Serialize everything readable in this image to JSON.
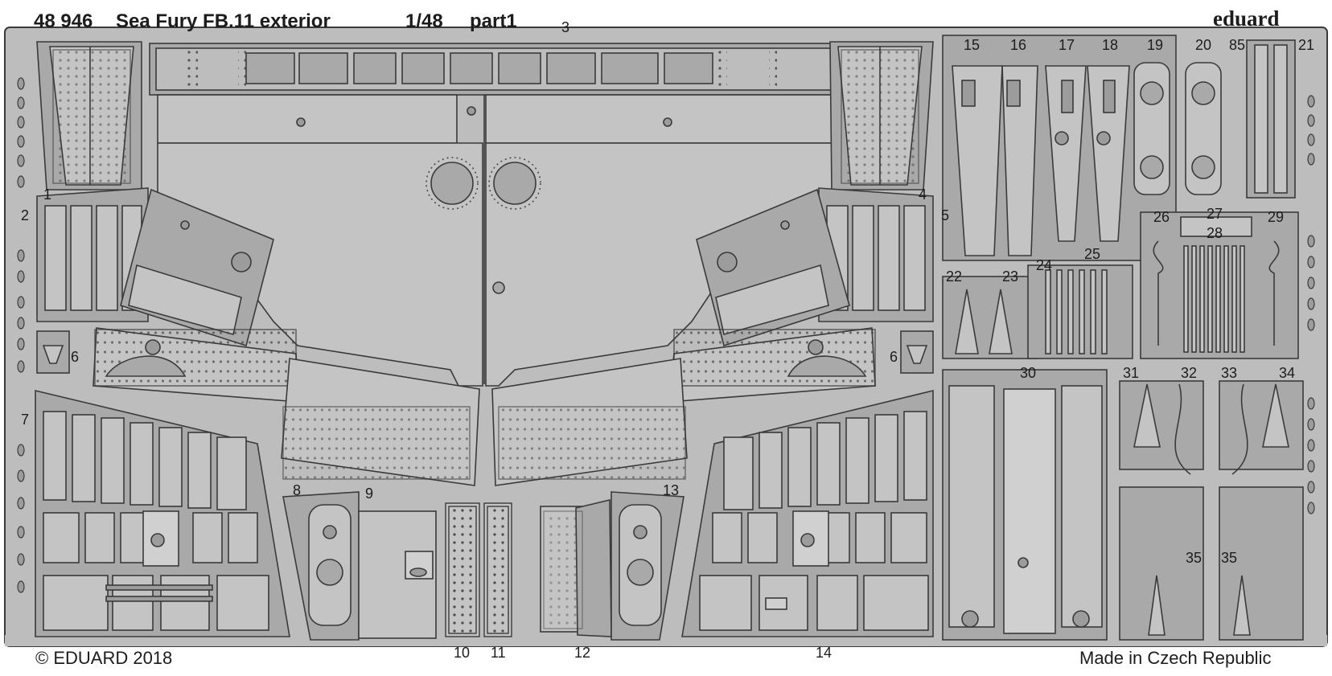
{
  "header": {
    "code": "48 946",
    "title": "Sea Fury FB.11 exterior",
    "scale": "1/48",
    "sheet": "part1",
    "brand": "eduard"
  },
  "footer": {
    "copyright": "© EDUARD 2018",
    "origin": "Made in Czech Republic"
  },
  "part_numbers": {
    "p1": "1",
    "p2": "2",
    "p3": "3",
    "p4": "4",
    "p5": "5",
    "p6_left": "6",
    "p6_right": "6",
    "p7": "7",
    "p8": "8",
    "p9": "9",
    "p10": "10",
    "p11": "11",
    "p12": "12",
    "p13": "13",
    "p14": "14",
    "p15": "15",
    "p16": "16",
    "p17": "17",
    "p18": "18",
    "p19": "19",
    "p20": "20",
    "p21": "21",
    "p22": "22",
    "p23": "23",
    "p24": "24",
    "p25": "25",
    "p26": "26",
    "p27": "27",
    "p28": "28",
    "p29": "29",
    "p30": "30",
    "p31": "31",
    "p32": "32",
    "p33": "33",
    "p34": "34",
    "p35_left": "35",
    "p35_right": "35",
    "p85": "85"
  },
  "colors": {
    "metal": "#bdbdbd",
    "metal_dark": "#9c9c9c",
    "etch_line": "#3a3a3a",
    "background": "#ffffff"
  }
}
